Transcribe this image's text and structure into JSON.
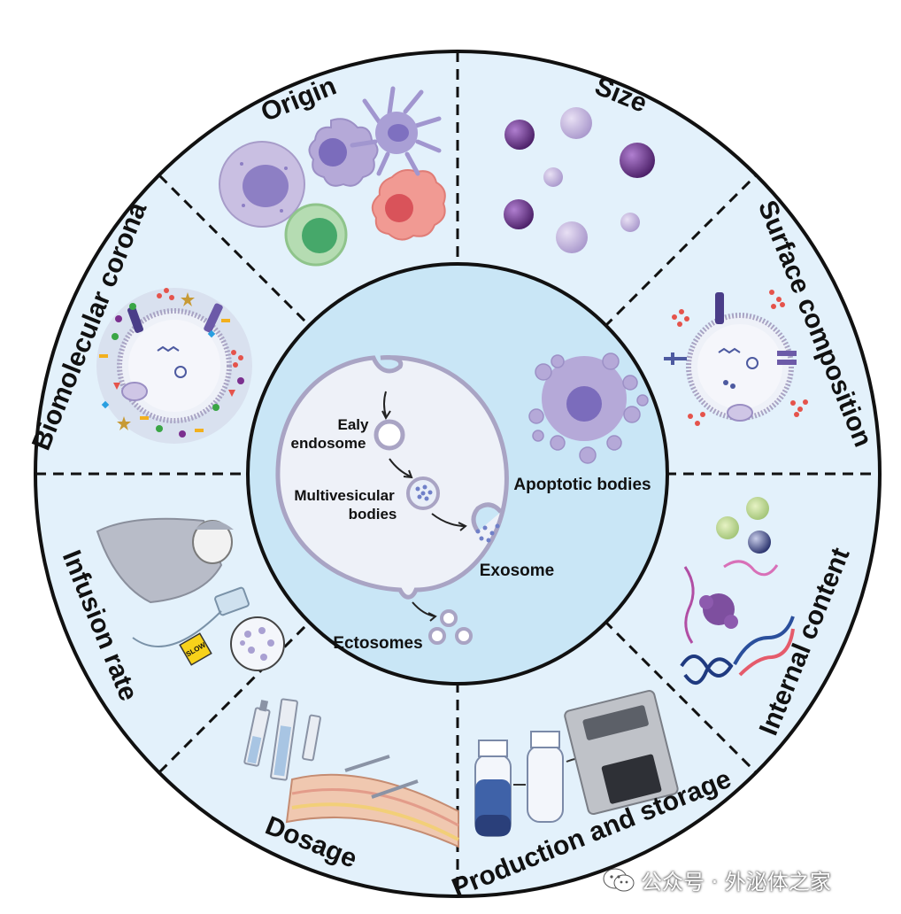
{
  "segments": {
    "origin": "Origin",
    "size": "Size",
    "surface_composition": "Surface composition",
    "internal_content": "Internal content",
    "production_and_storage": "Production and storage",
    "dosage": "Dosage",
    "infusion_rate": "Infusion rate",
    "biomolecular_corona": "Biomolecular corona"
  },
  "center": {
    "ealy_line1": "Ealy",
    "ealy_line2": "endosome",
    "multivesicular_line1": "Multivesicular",
    "multivesicular_line2": "bodies",
    "exosome": "Exosome",
    "ectosomes": "Ectosomes",
    "apoptotic_bodies": "Apoptotic bodies"
  },
  "infusion": {
    "slow_sign": "SLOW"
  },
  "watermark": {
    "text": "公众号 · 外泌体之家"
  },
  "colors": {
    "outer_ring": "#e3f1fb",
    "center_fill": "#c9e6f6",
    "cell_fill": "#eef1f8",
    "purple_dark": "#5a2a78",
    "purple_light": "#b9a7d6",
    "membrane": "#a9a4c4"
  }
}
